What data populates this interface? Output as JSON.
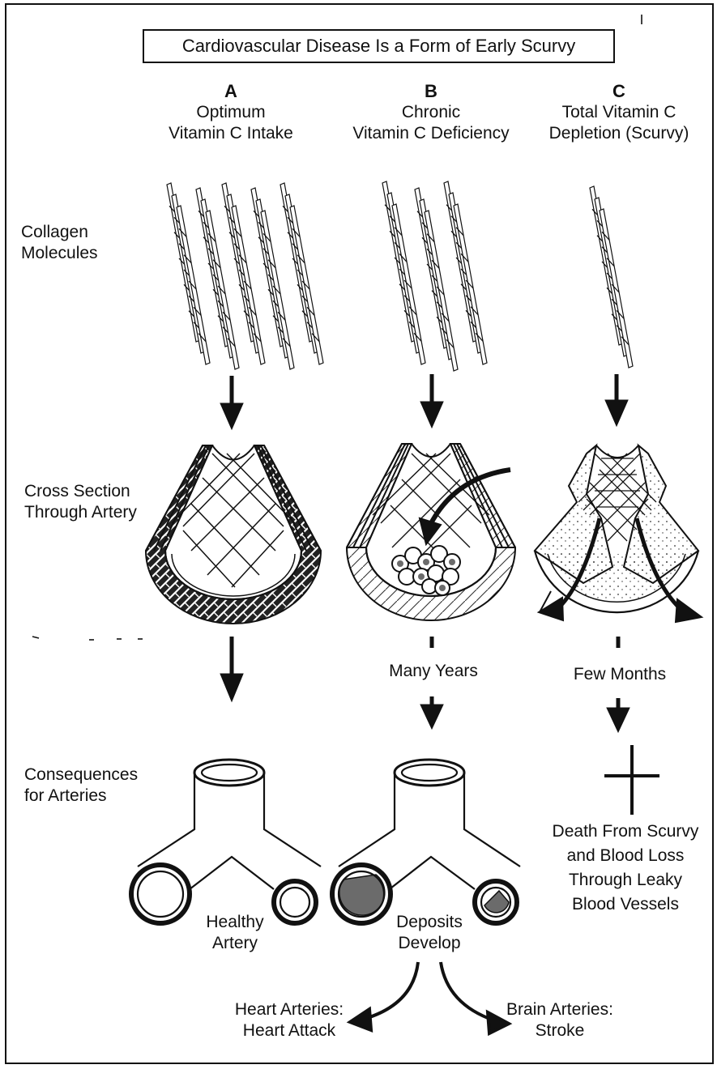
{
  "title": "Cardiovascular Disease Is a Form of Early Scurvy",
  "columns": [
    {
      "letter": "A",
      "heading_line1": "Optimum",
      "heading_line2": "Vitamin C Intake"
    },
    {
      "letter": "B",
      "heading_line1": "Chronic",
      "heading_line2": "Vitamin C Deficiency"
    },
    {
      "letter": "C",
      "heading_line1": "Total Vitamin C",
      "heading_line2": "Depletion (Scurvy)"
    }
  ],
  "row_labels": {
    "collagen_line1": "Collagen",
    "collagen_line2": "Molecules",
    "cross_line1": "Cross Section",
    "cross_line2": "Through Artery",
    "consequences_line1": "Consequences",
    "consequences_line2": "for Arteries"
  },
  "time_labels": {
    "b": "Many Years",
    "c": "Few Months"
  },
  "outcomes": {
    "a_line1": "Healthy",
    "a_line2": "Artery",
    "b_line1": "Deposits",
    "b_line2": "Develop",
    "c_line1": "Death From Scurvy",
    "c_line2": "and Blood Loss",
    "c_line3": "Through Leaky",
    "c_line4": "Blood Vessels"
  },
  "branches": {
    "left_line1": "Heart Arteries:",
    "left_line2": "Heart Attack",
    "right_line1": "Brain Arteries:",
    "right_line2": "Stroke"
  },
  "colors": {
    "ink": "#111111",
    "plaque": "#6b6b6b",
    "background": "#ffffff"
  }
}
